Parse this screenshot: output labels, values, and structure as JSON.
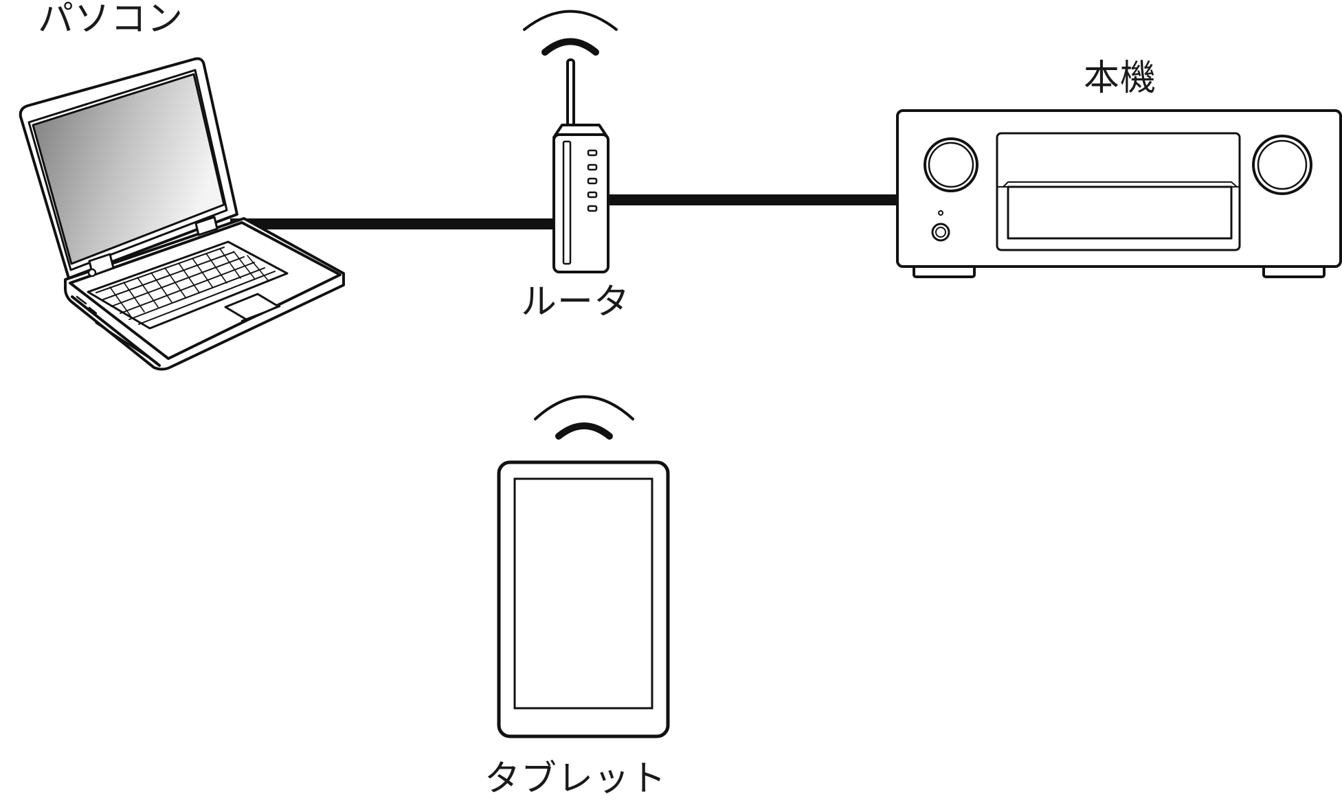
{
  "diagram": {
    "labels": {
      "pc": "パソコン",
      "router": "ルータ",
      "receiver": "本機",
      "tablet": "タブレット"
    },
    "colors": {
      "line": "#111111",
      "background": "#ffffff",
      "screen_dark": "#7a7a7a",
      "screen_light": "#f4f4f4"
    },
    "connections": [
      {
        "from": "pc",
        "to": "router",
        "type": "wired"
      },
      {
        "from": "router",
        "to": "receiver",
        "type": "wired"
      },
      {
        "from": "tablet",
        "to": "router",
        "type": "wireless"
      }
    ],
    "icons": [
      "laptop-icon",
      "router-icon",
      "av-receiver-icon",
      "tablet-icon",
      "wifi-signal-icon"
    ]
  }
}
